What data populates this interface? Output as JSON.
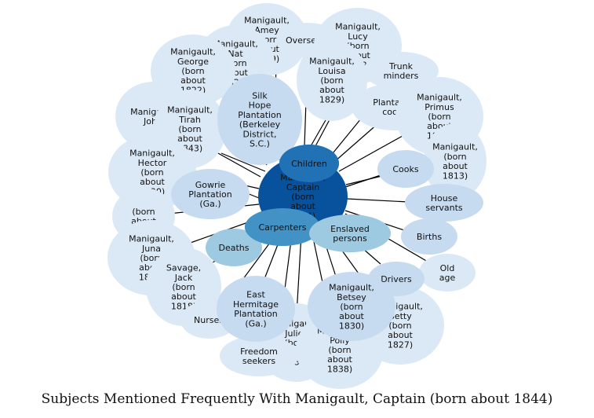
{
  "title": "Subjects Mentioned Frequently With Manigault, Captain (born about 1844)",
  "colors": {
    "center": "#08519c",
    "level1": "#2171b5",
    "level2": "#4292c6",
    "level3": "#9ecae1",
    "level4": "#c6dbef",
    "level5": "#dbe9f6",
    "edge": "#000000"
  },
  "center": {
    "id": "captain",
    "lines": [
      "Manigault,",
      "Captain",
      "(born",
      "about",
      "1844)"
    ]
  },
  "nodes": [
    {
      "id": "amey",
      "lines": [
        "Manigault,",
        "Amey",
        "(born",
        "about",
        "1829)"
      ],
      "level": 5
    },
    {
      "id": "overseers",
      "lines": [
        "Overseers"
      ],
      "level": 5
    },
    {
      "id": "lucy",
      "lines": [
        "Manigault,",
        "Lucy",
        "(born",
        "about",
        "1812)"
      ],
      "level": 5
    },
    {
      "id": "louisa",
      "lines": [
        "Manigault,",
        "Louisa",
        "(born",
        "about",
        "1829)"
      ],
      "level": 5
    },
    {
      "id": "trunk",
      "lines": [
        "Trunk",
        "minders"
      ],
      "level": 5
    },
    {
      "id": "nat",
      "lines": [
        "Manigault,",
        "Nat",
        "(born",
        "about",
        "1827)"
      ],
      "level": 5
    },
    {
      "id": "george",
      "lines": [
        "Manigault,",
        "George",
        "(born",
        "about",
        "1822)"
      ],
      "level": 5
    },
    {
      "id": "plantcooks",
      "lines": [
        "Plantation",
        "cooks"
      ],
      "level": 5
    },
    {
      "id": "primus",
      "lines": [
        "Manigault,",
        "Primus",
        "(born",
        "about",
        "1818)"
      ],
      "level": 5
    },
    {
      "id": "silkhope",
      "lines": [
        "Silk",
        "Hope",
        "Plantation",
        "(Berkeley",
        "District,",
        "S.C.)"
      ],
      "level": 4
    },
    {
      "id": "john",
      "lines": [
        "Manigault,",
        "John"
      ],
      "level": 5
    },
    {
      "id": "tirah",
      "lines": [
        "Manigault,",
        "Tirah",
        "(born",
        "about",
        "1843)"
      ],
      "level": 5
    },
    {
      "id": "children",
      "lines": [
        "Children"
      ],
      "level": 1
    },
    {
      "id": "hector",
      "lines": [
        "Manigault,",
        "Hector",
        "(born",
        "about",
        "1820)"
      ],
      "level": 5
    },
    {
      "id": "cooks",
      "lines": [
        "Cooks"
      ],
      "level": 4
    },
    {
      "id": "m1813",
      "lines": [
        "Manigault,",
        "(born",
        "about",
        "1813)"
      ],
      "level": 5
    },
    {
      "id": "gowrie",
      "lines": [
        "Gowrie",
        "Plantation",
        "(Ga.)"
      ],
      "level": 4
    },
    {
      "id": "house",
      "lines": [
        "House",
        "servants"
      ],
      "level": 4
    },
    {
      "id": "born1",
      "lines": [
        "(born",
        "about"
      ],
      "level": 5
    },
    {
      "id": "carpenters",
      "lines": [
        "Carpenters"
      ],
      "level": 2
    },
    {
      "id": "enslaved",
      "lines": [
        "Enslaved",
        "persons"
      ],
      "level": 3
    },
    {
      "id": "births",
      "lines": [
        "Births"
      ],
      "level": 4
    },
    {
      "id": "juna",
      "lines": [
        "Manigault,",
        "Juna",
        "(born",
        "about",
        "1821)"
      ],
      "level": 5
    },
    {
      "id": "deaths",
      "lines": [
        "Deaths"
      ],
      "level": 3
    },
    {
      "id": "oldage",
      "lines": [
        "Old",
        "age"
      ],
      "level": 5
    },
    {
      "id": "savage",
      "lines": [
        "Savage,",
        "Jack",
        "(born",
        "about",
        "1818)"
      ],
      "level": 5
    },
    {
      "id": "drivers",
      "lines": [
        "Drivers"
      ],
      "level": 4
    },
    {
      "id": "easthermitage",
      "lines": [
        "East",
        "Hermitage",
        "Plantation",
        "(Ga.)"
      ],
      "level": 4
    },
    {
      "id": "betsey",
      "lines": [
        "Manigault,",
        "Betsey",
        "(born",
        "about",
        "1830)"
      ],
      "level": 4
    },
    {
      "id": "betty",
      "lines": [
        "Manigault,",
        "Betty",
        "(born",
        "about",
        "1827)"
      ],
      "level": 5
    },
    {
      "id": "nurses",
      "lines": [
        "Nurses"
      ],
      "level": 5
    },
    {
      "id": "juliet",
      "lines": [
        "Manigault,",
        "Juliet",
        "(born",
        "about",
        "1833)"
      ],
      "level": 5
    },
    {
      "id": "polly",
      "lines": [
        "Manigault,",
        "Polly",
        "(born",
        "about",
        "1838)"
      ],
      "level": 5
    },
    {
      "id": "freedom",
      "lines": [
        "Freedom",
        "seekers"
      ],
      "level": 5
    }
  ]
}
